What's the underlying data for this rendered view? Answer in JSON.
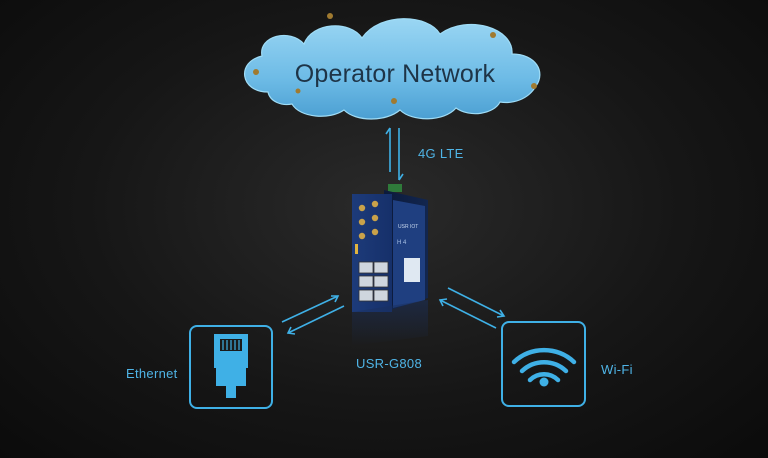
{
  "cloud": {
    "title": "Operator Network"
  },
  "links": {
    "uplink_label": "4G LTE"
  },
  "device": {
    "name": "USR-G808",
    "panel_text": "H 4",
    "logo_text": "USR IOT"
  },
  "nodes": {
    "ethernet_label": "Ethernet",
    "wifi_label": "Wi-Fi"
  },
  "colors": {
    "accent": "#3fb0e6",
    "cloud_fill": "#7cc6ec",
    "cloud_dark": "#4a9cd0",
    "background": "#141414"
  }
}
